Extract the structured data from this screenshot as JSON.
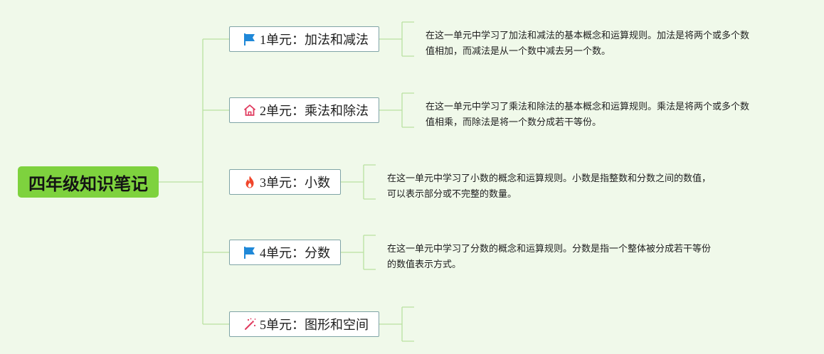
{
  "mindmap": {
    "root": {
      "label": "四年级知识笔记"
    },
    "units": [
      {
        "label": "1单元：加法和减法",
        "icon": "blue-flag-icon",
        "description": [
          "在这一单元中学习了加法和减法的基本概念和运算规则。加法是将两个或多个数",
          "值相加，而减法是从一个数中减去另一个数。"
        ]
      },
      {
        "label": "2单元：乘法和除法",
        "icon": "house-icon",
        "description": [
          "在这一单元中学习了乘法和除法的基本概念和运算规则。乘法是将两个或多个数",
          "值相乘，而除法是将一个数分成若干等份。"
        ]
      },
      {
        "label": "3单元：小数",
        "icon": "fire-icon",
        "description": [
          "在这一单元中学习了小数的概念和运算规则。小数是指整数和分数之间的数值，",
          "可以表示部分或不完整的数量。"
        ]
      },
      {
        "label": "4单元：分数",
        "icon": "blue-flag-icon",
        "description": [
          "在这一单元中学习了分数的概念和运算规则。分数是指一个整体被分成若干等份",
          "的数值表示方式。"
        ]
      },
      {
        "label": "5单元：图形和空间",
        "icon": "magic-wand-icon",
        "description": []
      }
    ],
    "colors": {
      "background": "#f0f9ea",
      "root_fill": "#7ed23e",
      "connector": "#b9e2a0",
      "node_border": "#7fa4a6",
      "flag": "#1f88d8",
      "house": "#e03a5e",
      "fire": "#f0452a",
      "wand": "#e03a5e"
    }
  }
}
